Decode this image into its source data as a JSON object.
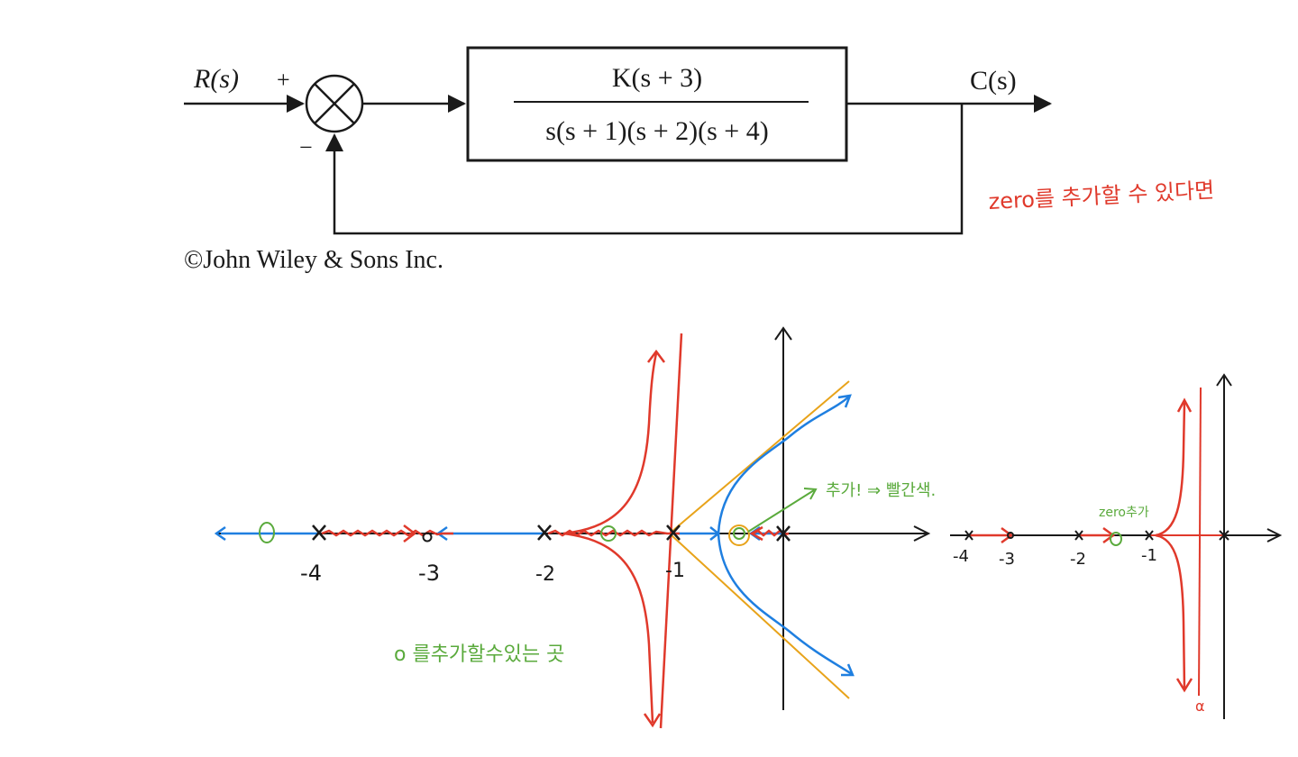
{
  "block_diagram": {
    "input_label": "R(s)",
    "output_label": "C(s)",
    "plus_sign": "+",
    "minus_sign": "−",
    "numerator": "K(s + 3)",
    "denominator": "s(s + 1)(s + 2)(s + 4)",
    "copyright": "©John Wiley & Sons Inc."
  },
  "annotations": {
    "zero_note": "zero를 추가할 수 있다면",
    "zero_place_note": "o 를추가할수있는 곳",
    "add_note": "추가! ⇒ 빨간색.",
    "small_zero_note": "zero추가",
    "alpha": "α"
  },
  "locus_left": {
    "tick_labels": [
      "-4",
      "-3",
      "-2",
      "-1"
    ]
  },
  "locus_right": {
    "tick_labels": [
      "-4",
      "-3",
      "-2",
      "-1"
    ]
  },
  "colors": {
    "ink": "#1a1a1a",
    "red": "#e0392b",
    "blue": "#1f7fe0",
    "orange": "#e8a31a",
    "green": "#5aaa3c"
  }
}
